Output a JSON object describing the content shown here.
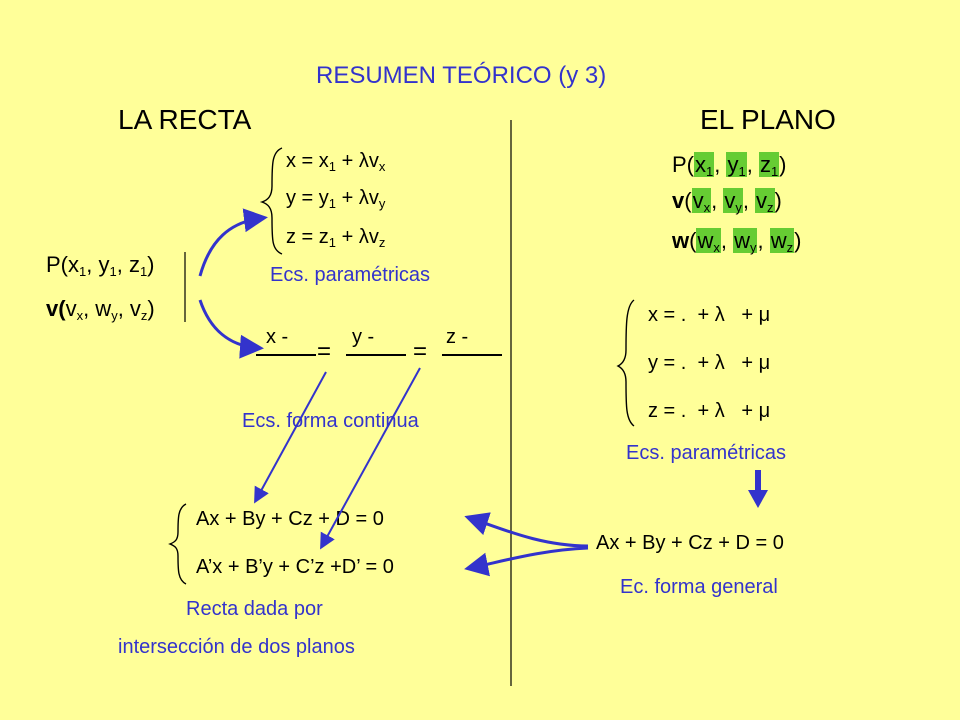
{
  "title": "RESUMEN TEÓRICO (y 3)",
  "headers": {
    "left": "LA RECTA",
    "right": "EL PLANO"
  },
  "colors": {
    "background": "#ffff99",
    "accent": "#3333cc",
    "highlight": "#66cc33"
  },
  "recta": {
    "point": {
      "prefix": "P(",
      "x": "x",
      "xs": "1",
      "y": "y",
      "ys": "1",
      "z": "z",
      "zs": "1",
      "close": ")"
    },
    "vector": {
      "prefix": "v(",
      "x": "v",
      "xs": "x",
      "y": "w",
      "ys": "y",
      "z": "v",
      "zs": "z",
      "close": ")"
    },
    "parametric": [
      {
        "lhs": "x = x",
        "sub1": "1",
        "mid": " + λv",
        "sub2": "x"
      },
      {
        "lhs": "y = y",
        "sub1": "1",
        "mid": " + λv",
        "sub2": "y"
      },
      {
        "lhs": "z = z",
        "sub1": "1",
        "mid": " + λv",
        "sub2": "z"
      }
    ],
    "parametric_caption": "Ecs. paramétricas",
    "continuous": {
      "n1": "x -",
      "n2": "y -",
      "n3": "z -",
      "eq": "="
    },
    "continuous_caption": "Ecs. forma continua",
    "planes": [
      "Ax + By + Cz + D = 0",
      "A’x + B’y + C’z +D’ = 0"
    ],
    "planes_caption_1": "Recta dada por",
    "planes_caption_2": "intersección de dos planos"
  },
  "plano": {
    "point": {
      "prefix": "P(",
      "a": "x",
      "as": "1",
      "b": "y",
      "bs": "1",
      "c": "z",
      "cs": "1",
      "close": ")"
    },
    "v": {
      "prefix": "v",
      "open": "(",
      "a": "v",
      "as": "x",
      "b": "v",
      "bs": "y",
      "c": "v",
      "cs": "z",
      "close": ")"
    },
    "w": {
      "prefix": "w",
      "open": "(",
      "a": "w",
      "as": "x",
      "b": "w",
      "bs": "y",
      "c": "w",
      "cs": "z",
      "close": ")"
    },
    "parametric": [
      {
        "lhs": "x = .",
        "p1": "+  λ",
        "p2": "+  μ"
      },
      {
        "lhs": "y = .",
        "p1": "+  λ",
        "p2": "+  μ"
      },
      {
        "lhs": "z = .",
        "p1": "+  λ",
        "p2": "+  μ"
      }
    ],
    "parametric_caption": "Ecs. paramétricas",
    "general": "Ax + By + Cz + D = 0",
    "general_caption": "Ec. forma general"
  }
}
